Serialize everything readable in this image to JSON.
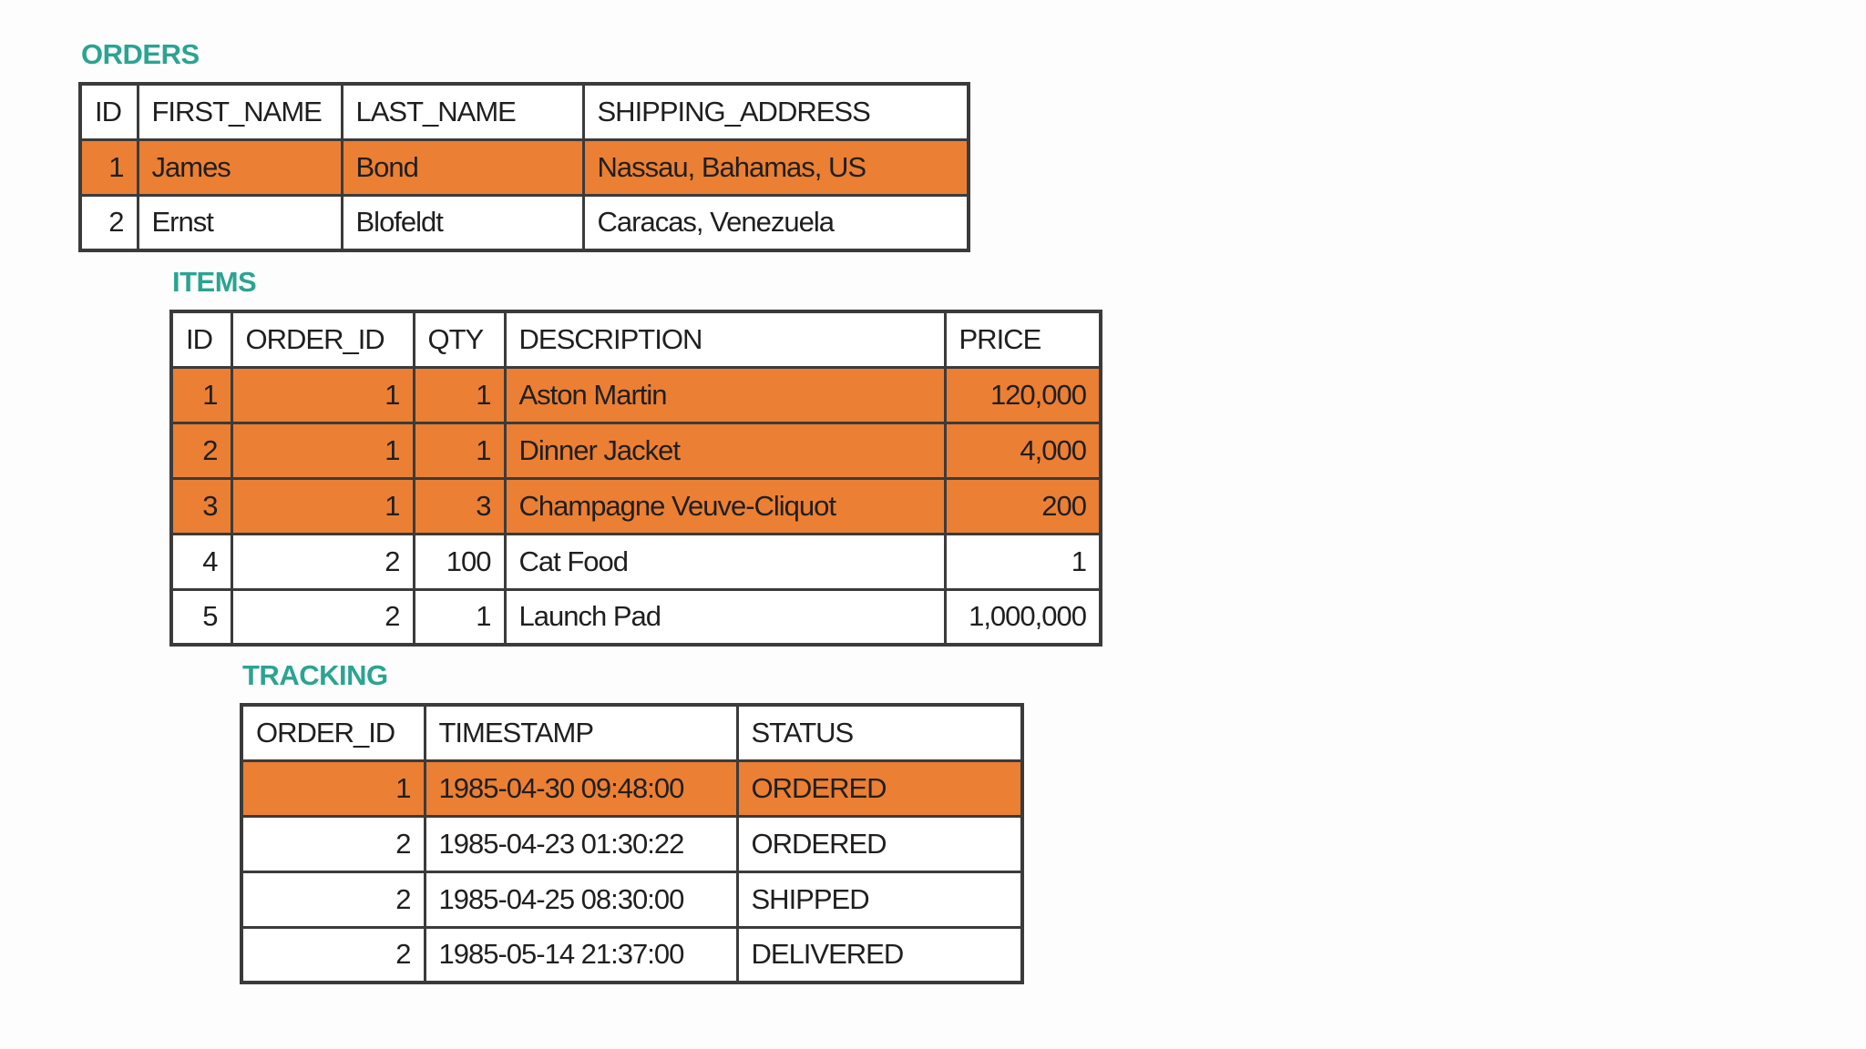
{
  "colors": {
    "highlight_orange": "#EB7F33",
    "title_teal": "#2BA491",
    "border_dark": "#3B3B3B"
  },
  "tables": [
    {
      "id": "orders",
      "title": "ORDERS",
      "columns": [
        "ID",
        "FIRST_NAME",
        "LAST_NAME",
        "SHIPPING_ADDRESS"
      ],
      "rows": [
        [
          "1",
          "James",
          "Bond",
          "Nassau, Bahamas, US"
        ],
        [
          "2",
          "Ernst",
          "Blofeldt",
          "Caracas, Venezuela"
        ]
      ],
      "highlighted_rows": [
        0
      ]
    },
    {
      "id": "items",
      "title": "ITEMS",
      "columns": [
        "ID",
        "ORDER_ID",
        "QTY",
        "DESCRIPTION",
        "PRICE"
      ],
      "rows": [
        [
          "1",
          "1",
          "1",
          "Aston Martin",
          "120,000"
        ],
        [
          "2",
          "1",
          "1",
          "Dinner Jacket",
          "4,000"
        ],
        [
          "3",
          "1",
          "3",
          "Champagne Veuve-Cliquot",
          "200"
        ],
        [
          "4",
          "2",
          "100",
          "Cat Food",
          "1"
        ],
        [
          "5",
          "2",
          "1",
          "Launch Pad",
          "1,000,000"
        ]
      ],
      "highlighted_rows": [
        0,
        1,
        2
      ]
    },
    {
      "id": "tracking",
      "title": "TRACKING",
      "columns": [
        "ORDER_ID",
        "TIMESTAMP",
        "STATUS"
      ],
      "rows": [
        [
          "1",
          "1985-04-30 09:48:00",
          "ORDERED"
        ],
        [
          "2",
          "1985-04-23 01:30:22",
          "ORDERED"
        ],
        [
          "2",
          "1985-04-25 08:30:00",
          "SHIPPED"
        ],
        [
          "2",
          "1985-05-14 21:37:00",
          "DELIVERED"
        ]
      ],
      "highlighted_rows": [
        0
      ]
    }
  ]
}
